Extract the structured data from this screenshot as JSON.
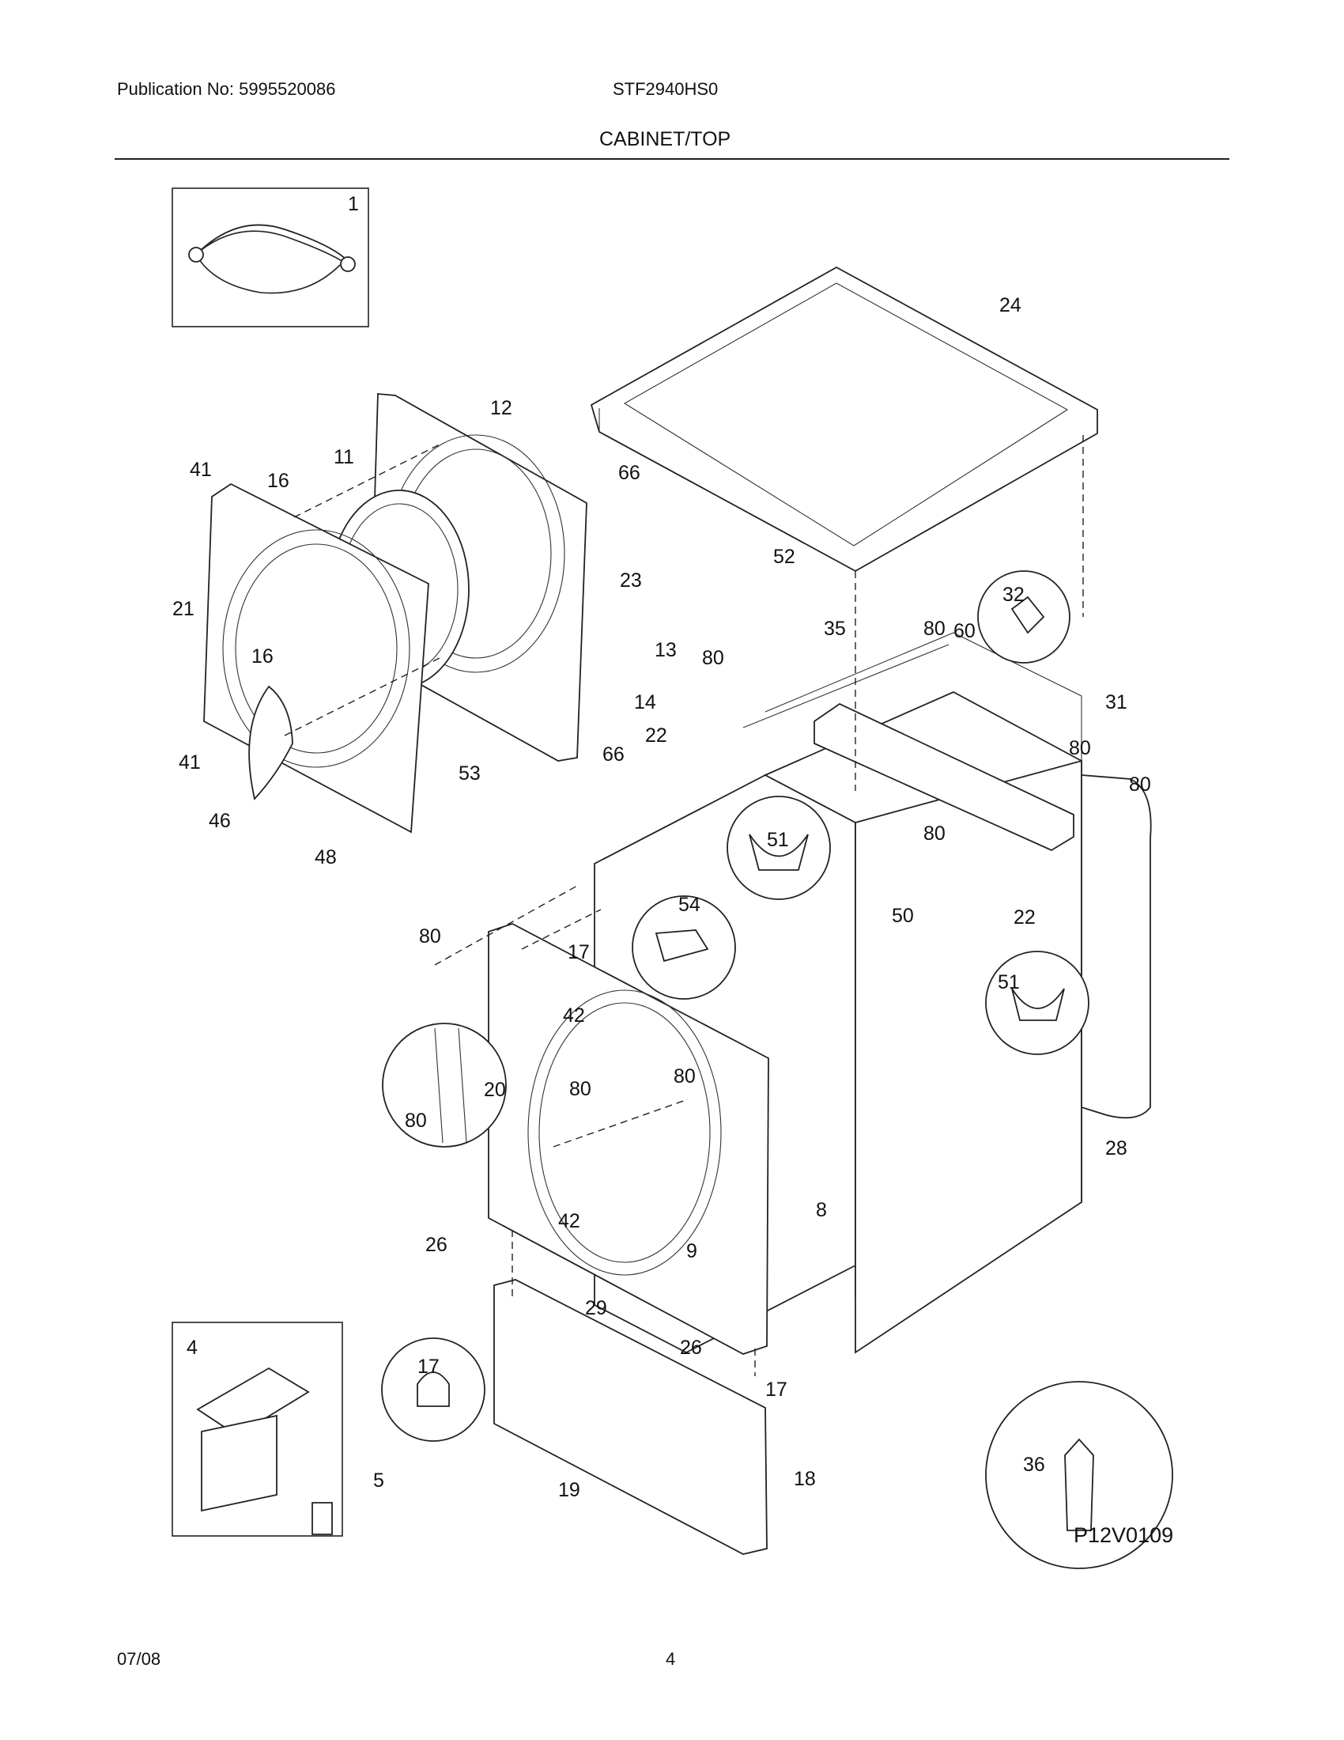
{
  "header": {
    "publication": "Publication No: 5995520086",
    "model": "STF2940HS0",
    "section": "CABINET/TOP"
  },
  "diagram": {
    "code": "P12V0109",
    "callouts": [
      "1",
      "24",
      "12",
      "11",
      "41",
      "16",
      "66",
      "23",
      "13",
      "14",
      "21",
      "52",
      "35",
      "80",
      "60",
      "32",
      "31",
      "80",
      "80",
      "80",
      "22",
      "16",
      "66",
      "53",
      "46",
      "41",
      "48",
      "51",
      "54",
      "50",
      "22",
      "51",
      "80",
      "17",
      "42",
      "20",
      "80",
      "80",
      "80",
      "28",
      "80",
      "8",
      "42",
      "26",
      "9",
      "29",
      "17",
      "26",
      "17",
      "4",
      "5",
      "36",
      "19",
      "18"
    ]
  },
  "footer": {
    "date": "07/08",
    "page": "4"
  }
}
